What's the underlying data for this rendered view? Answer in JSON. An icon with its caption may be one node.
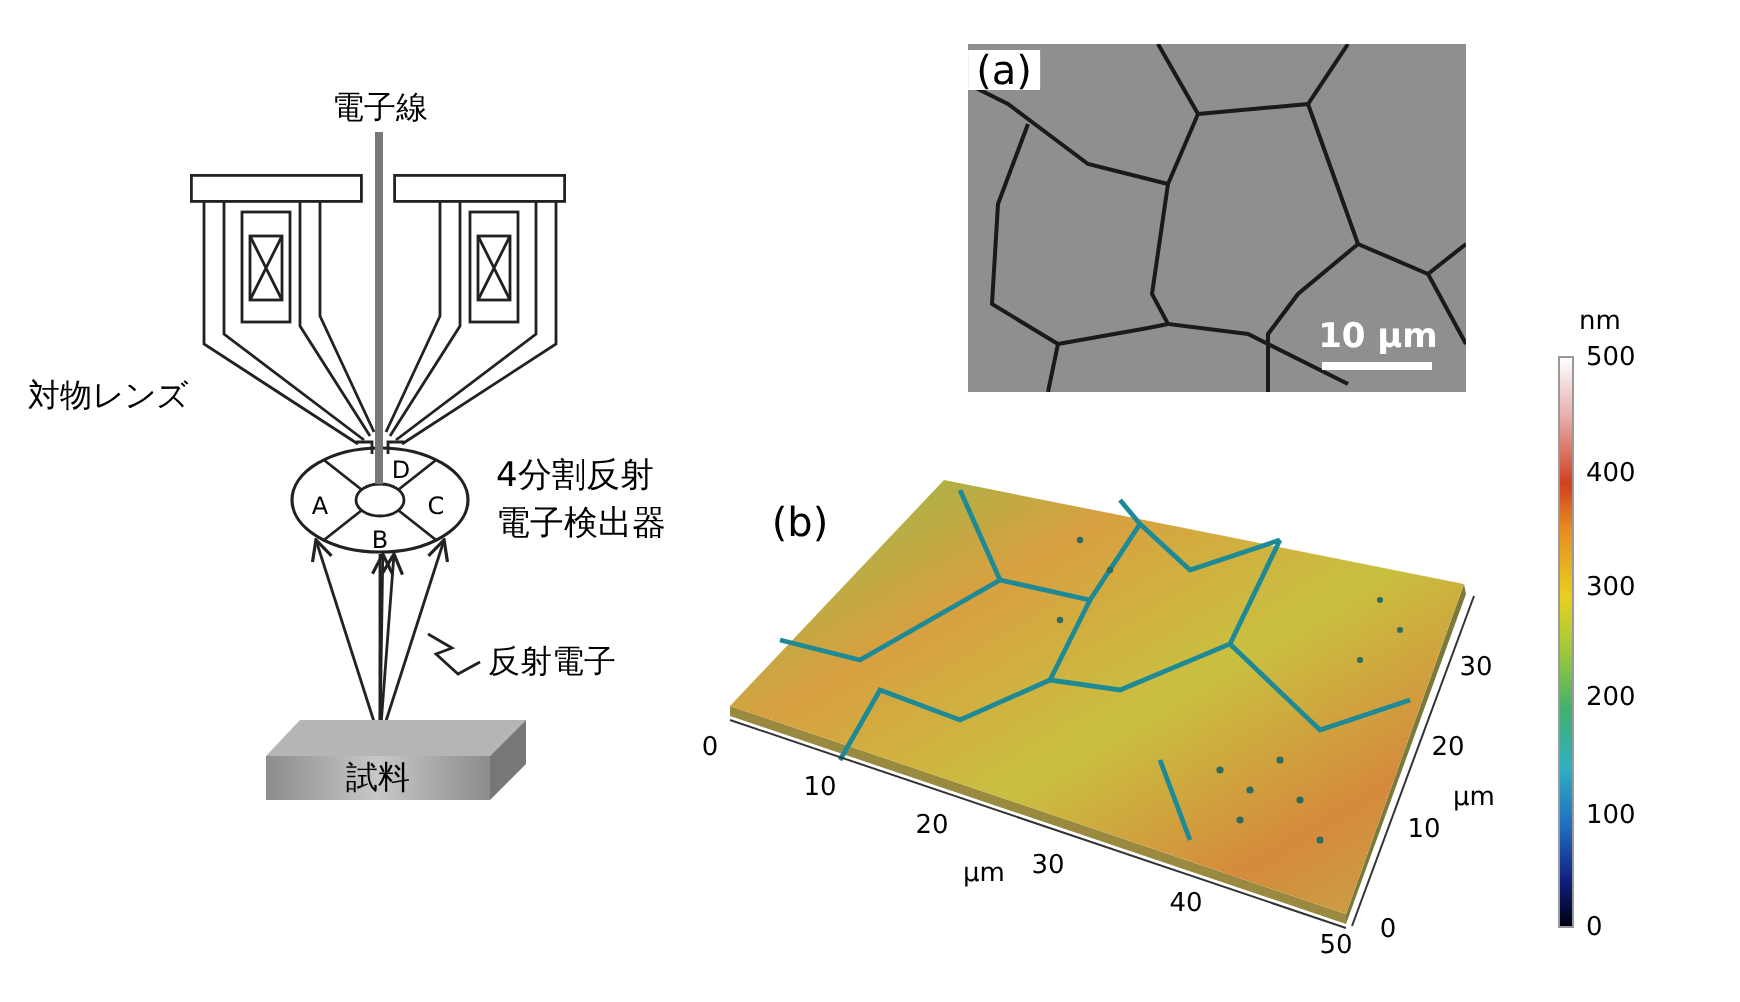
{
  "diagram": {
    "nodes": [
      {
        "text": [],
        "shape": "ellipse"
      },
      {
        "text": [
          "D"
        ],
        "in": 0
      },
      {
        "text": [
          "A"
        ],
        "in": 0
      },
      {
        "text": [
          "C"
        ],
        "in": 0
      },
      {
        "text": [
          "B"
        ],
        "in": 0
      },
      {
        "text": [
          "試料"
        ]
      },
      {
        "text": [],
        "shape": "picture",
        "beside": [
          "対物レンズ"
        ]
      },
      {
        "text": [
          "反射電子"
        ]
      }
    ],
    "edges": [
      {
        "from": 5,
        "to": 0,
        "arrow": "to"
      },
      {
        "from": 5,
        "to": 0,
        "arrow": "to"
      },
      {
        "from": 5,
        "to": 4,
        "arrow": "to"
      },
      {
        "from": 5,
        "to": 4,
        "arrow": "to"
      },
      {
        "from": 7,
        "to": null,
        "arrow": "none"
      },
      {
        "from": 0,
        "to": 5,
        "arrow": "none"
      }
    ],
    "labels": [
      "電子線",
      "4分割反射電子検出器",
      "(a)",
      "10 μm",
      "(b)",
      "0",
      "10",
      "20",
      "30",
      "40",
      "50",
      "μm",
      "0",
      "10",
      "20",
      "30",
      "μm",
      "nm",
      "500",
      "400",
      "300",
      "200",
      "100",
      "0"
    ]
  }
}
